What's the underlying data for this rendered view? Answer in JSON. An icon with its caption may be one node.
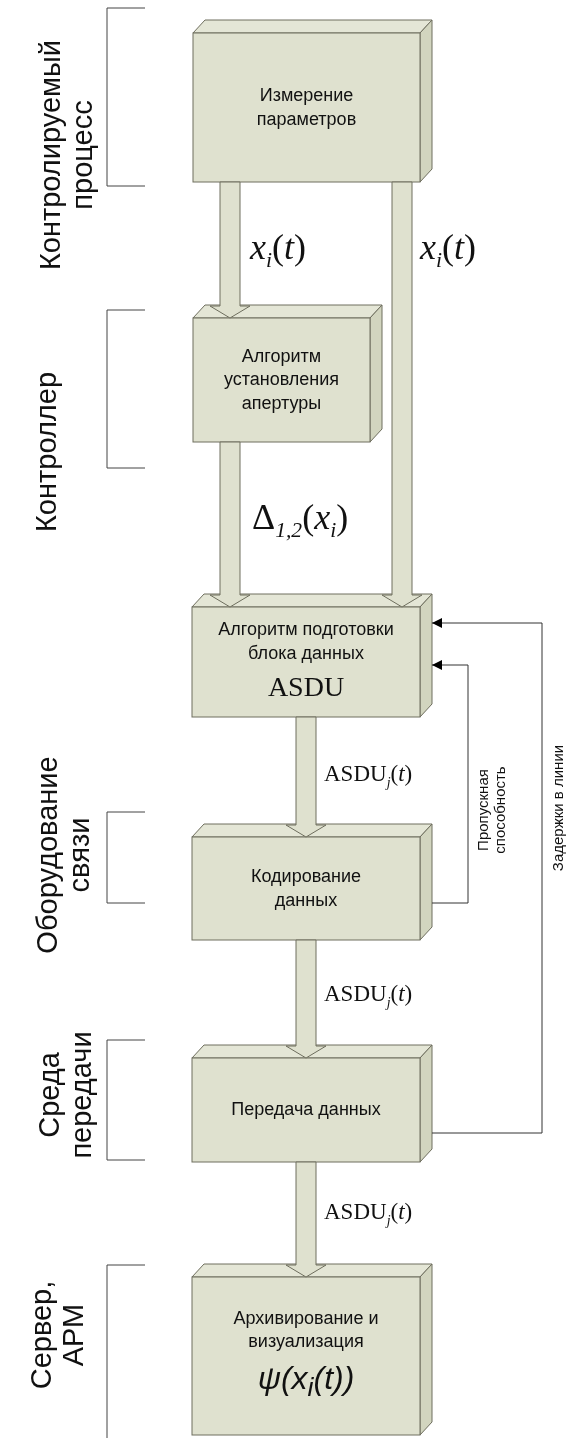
{
  "diagram": {
    "nodes": [
      {
        "text": [
          "Измерение параметров"
        ]
      },
      {
        "text": [
          "Алгоритм установления апертуры"
        ]
      },
      {
        "text": [
          "Алгоритм подготовки блока данных",
          "ASDU"
        ]
      },
      {
        "text": [
          "Кодирование данных"
        ]
      },
      {
        "text": [
          "Передача данных"
        ]
      },
      {
        "text": [
          "Архивирование и визуализация",
          "ψ(x$_{i}$(t))"
        ]
      }
    ],
    "edges": [
      {
        "from": 0,
        "to": 1,
        "arrow": "to",
        "style": "thick",
        "label": "*x*$_{i}$(*t*)"
      },
      {
        "from": 0,
        "to": 2,
        "arrow": "to",
        "style": "thick",
        "label": "*x*$_{i}$(*t*)"
      },
      {
        "from": 1,
        "to": 2,
        "arrow": "to",
        "style": "thick",
        "label": "Δ$_{1,2}$(*x*$_{i}$)"
      },
      {
        "from": 2,
        "to": 3,
        "arrow": "to",
        "style": "thick",
        "label": "ASDU$_{j}$(*t*)"
      },
      {
        "from": 3,
        "to": 4,
        "arrow": "to",
        "style": "thick",
        "label": "ASDU$_{j}$(*t*)"
      },
      {
        "from": 4,
        "to": 5,
        "arrow": "to",
        "style": "thick",
        "label": "ASDU$_{j}$(*t*)"
      },
      {
        "from": 3,
        "to": 2,
        "arrow": "to",
        "label": "Пропускная способность"
      },
      {
        "from": 4,
        "to": 2,
        "arrow": "to",
        "label": "Задержки в линии"
      }
    ],
    "labels": [
      "Контролируемый процесс",
      "Контроллер",
      "Оборудование связи",
      "Среда передачи",
      "Сервер, АРМ"
    ]
  }
}
